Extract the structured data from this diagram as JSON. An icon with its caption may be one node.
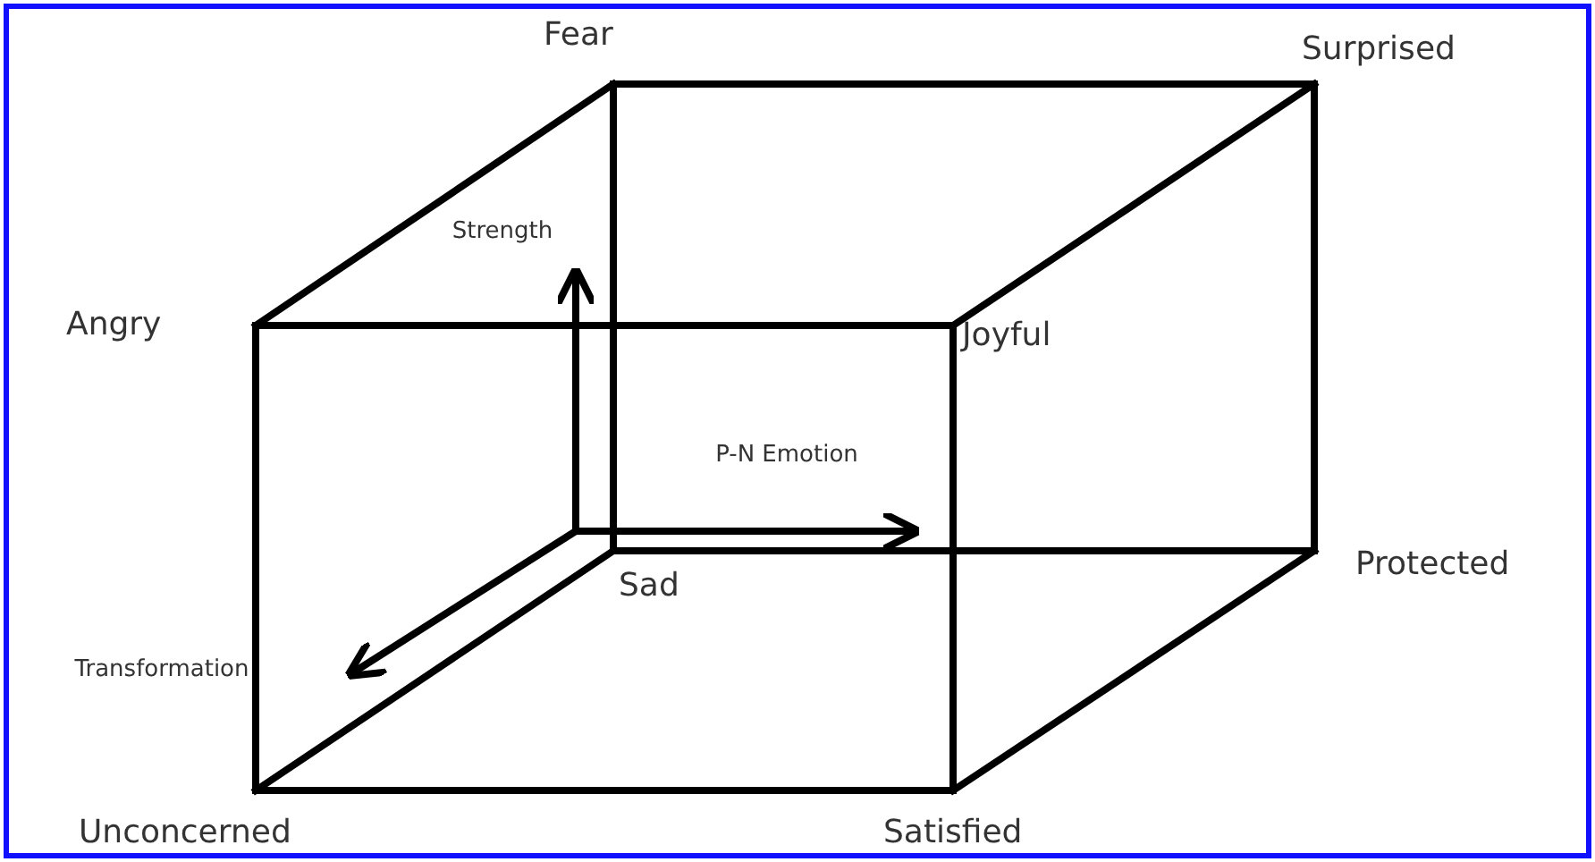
{
  "diagram": {
    "nodes": [
      {
        "text": [
          "Fear"
        ]
      },
      {
        "text": [
          "Surprised"
        ]
      },
      {
        "text": [
          "Angry"
        ]
      },
      {
        "text": [
          "Joyful"
        ]
      },
      {
        "text": [
          "Sad"
        ]
      },
      {
        "text": [
          "Protected"
        ]
      },
      {
        "text": [
          "Unconcerned"
        ]
      },
      {
        "text": [
          "Satisfied"
        ]
      }
    ],
    "edges": [
      {
        "from": 0,
        "to": 1,
        "arrow": "none"
      },
      {
        "from": 0,
        "to": 2,
        "arrow": "none"
      },
      {
        "from": 1,
        "to": 3,
        "arrow": "none"
      },
      {
        "from": 2,
        "to": 3,
        "arrow": "none"
      },
      {
        "from": 0,
        "to": 4,
        "arrow": "none"
      },
      {
        "from": 1,
        "to": 5,
        "arrow": "none"
      },
      {
        "from": 2,
        "to": 6,
        "arrow": "none"
      },
      {
        "from": 3,
        "to": 7,
        "arrow": "none"
      },
      {
        "from": 4,
        "to": 5,
        "arrow": "none"
      },
      {
        "from": 4,
        "to": 6,
        "arrow": "none"
      },
      {
        "from": 5,
        "to": 7,
        "arrow": "none"
      },
      {
        "from": 6,
        "to": 7,
        "arrow": "none"
      }
    ],
    "labels": [
      "Strength",
      "P-N Emotion",
      "Transformation"
    ]
  }
}
